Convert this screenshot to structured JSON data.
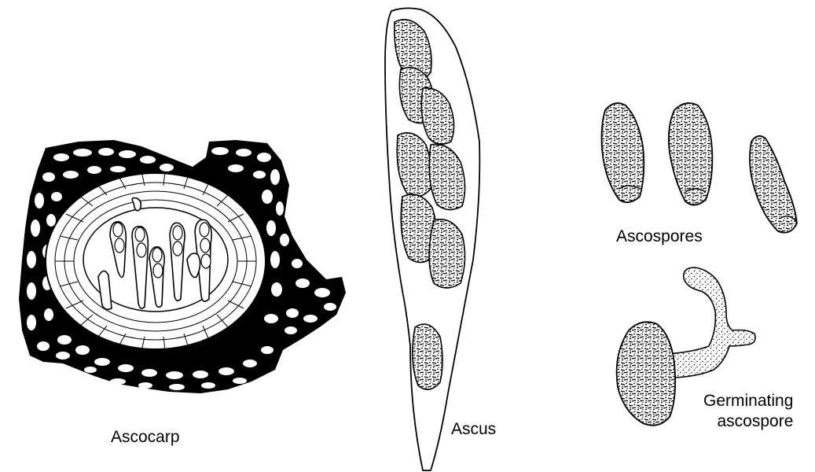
{
  "labels": {
    "ascocarp": "Ascocarp",
    "ascus": "Ascus",
    "ascospores": "Ascospores",
    "germinating_line1": "Germinating",
    "germinating_line2": "ascospore"
  },
  "colors": {
    "ink": "#000000",
    "paper": "#ffffff"
  }
}
